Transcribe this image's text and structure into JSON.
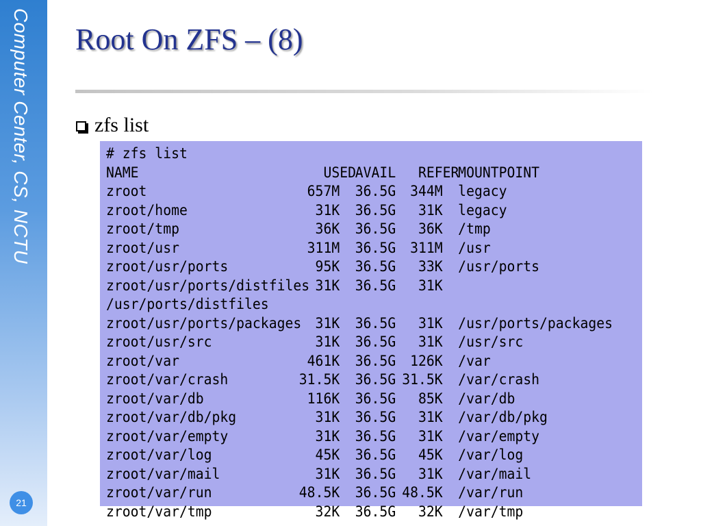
{
  "sidebar": {
    "text": "Computer Center, CS, NCTU",
    "page_number": "21"
  },
  "slide": {
    "title": "Root On ZFS – (8)",
    "bullet": "zfs list"
  },
  "terminal": {
    "command": "# zfs list",
    "headers": {
      "name": "NAME",
      "used": "USED",
      "avail": "AVAIL",
      "refer": "REFER",
      "mountpoint": "MOUNTPOINT"
    },
    "rows": [
      {
        "name": "zroot",
        "used": "657M",
        "avail": "36.5G",
        "refer": "344M",
        "mountpoint": "legacy"
      },
      {
        "name": "zroot/home",
        "used": "31K",
        "avail": "36.5G",
        "refer": "31K",
        "mountpoint": "legacy"
      },
      {
        "name": "zroot/tmp",
        "used": "36K",
        "avail": "36.5G",
        "refer": "36K",
        "mountpoint": "/tmp"
      },
      {
        "name": "zroot/usr",
        "used": "311M",
        "avail": "36.5G",
        "refer": "311M",
        "mountpoint": "/usr"
      },
      {
        "name": "zroot/usr/ports",
        "used": "95K",
        "avail": "36.5G",
        "refer": "33K",
        "mountpoint": "/usr/ports"
      },
      {
        "name": "zroot/usr/ports/distfiles",
        "used": "31K",
        "avail": "36.5G",
        "refer": "31K",
        "mountpoint": ""
      },
      {
        "name": "/usr/ports/distfiles",
        "used": "",
        "avail": "",
        "refer": "",
        "mountpoint": ""
      },
      {
        "name": "zroot/usr/ports/packages",
        "used": "31K",
        "avail": "36.5G",
        "refer": "31K",
        "mountpoint": "/usr/ports/packages"
      },
      {
        "name": "zroot/usr/src",
        "used": "31K",
        "avail": "36.5G",
        "refer": "31K",
        "mountpoint": "/usr/src"
      },
      {
        "name": "zroot/var",
        "used": "461K",
        "avail": "36.5G",
        "refer": "126K",
        "mountpoint": "/var"
      },
      {
        "name": "zroot/var/crash",
        "used": "31.5K",
        "avail": "36.5G",
        "refer": "31.5K",
        "mountpoint": "/var/crash"
      },
      {
        "name": "zroot/var/db",
        "used": "116K",
        "avail": "36.5G",
        "refer": "85K",
        "mountpoint": "/var/db"
      },
      {
        "name": "zroot/var/db/pkg",
        "used": "31K",
        "avail": "36.5G",
        "refer": "31K",
        "mountpoint": "/var/db/pkg"
      },
      {
        "name": "zroot/var/empty",
        "used": "31K",
        "avail": "36.5G",
        "refer": "31K",
        "mountpoint": "/var/empty"
      },
      {
        "name": "zroot/var/log",
        "used": "45K",
        "avail": "36.5G",
        "refer": "45K",
        "mountpoint": "/var/log"
      },
      {
        "name": "zroot/var/mail",
        "used": "31K",
        "avail": "36.5G",
        "refer": "31K",
        "mountpoint": "/var/mail"
      },
      {
        "name": "zroot/var/run",
        "used": "48.5K",
        "avail": "36.5G",
        "refer": "48.5K",
        "mountpoint": "/var/run"
      },
      {
        "name": "zroot/var/tmp",
        "used": "32K",
        "avail": "36.5G",
        "refer": "32K",
        "mountpoint": "/var/tmp"
      }
    ]
  },
  "colors": {
    "title": "#23338f",
    "terminal_bg": "#aaaaee",
    "sidebar_top": "#2f7fd0",
    "badge": "#3f8fe6"
  }
}
